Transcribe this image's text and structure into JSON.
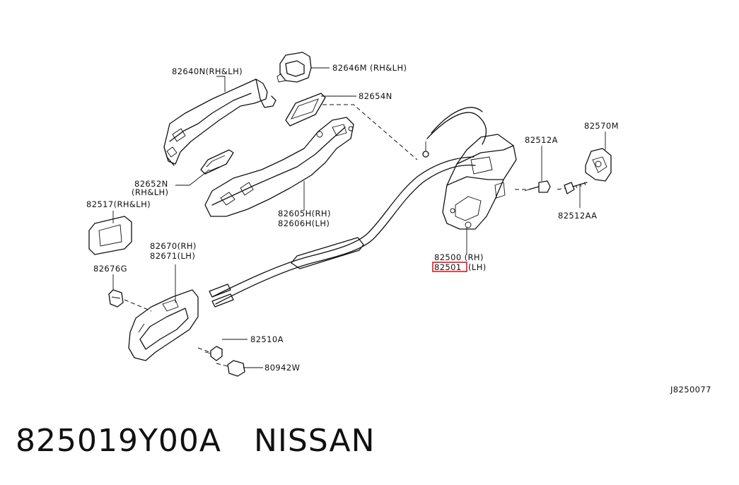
{
  "labels": {
    "p82640N": "82640N(RH&LH)",
    "p82646M": "82646M (RH&LH)",
    "p82654N": "82654N",
    "p82652N_a": "82652N",
    "p82652N_b": "(RH&LH)",
    "p82605H": "82605H(RH)",
    "p82606H": "82606H(LH)",
    "p82517": "82517(RH&LH)",
    "p82670": "82670(RH)",
    "p82671": "82671(LH)",
    "p82676G": "82676G",
    "p82510A": "82510A",
    "p80942W": "80942W",
    "p82512A": "82512A",
    "p82570M": "82570M",
    "p82512AA": "82512AA",
    "p82500": "82500 (RH)",
    "p82501_code": "82501",
    "p82501_side": "(LH)",
    "diagram_id": "J8250077"
  },
  "footer": {
    "part_number": "825019Y00A",
    "brand": "NISSAN"
  },
  "colors": {
    "highlight": "#e0191e",
    "ink": "#111111"
  }
}
